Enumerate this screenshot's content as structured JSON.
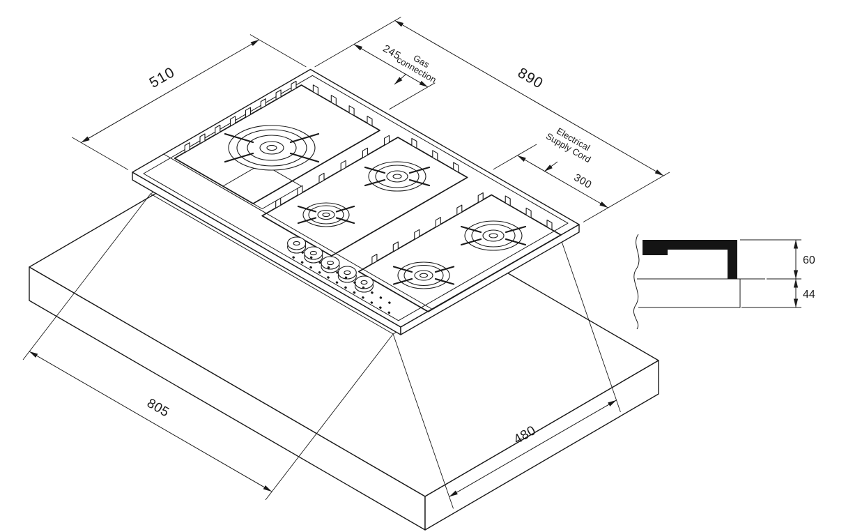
{
  "diagram": {
    "dims": {
      "width": "890",
      "depth": "510",
      "gas_offset": "245",
      "electrical_offset": "300",
      "cutout_width": "805",
      "cutout_depth": "480",
      "profile_above": "60",
      "profile_below": "44"
    },
    "labels": {
      "gas_line1": "Gas",
      "gas_line2": "connection",
      "elec_line1": "Electrical",
      "elec_line2": "Supply Cord"
    }
  }
}
